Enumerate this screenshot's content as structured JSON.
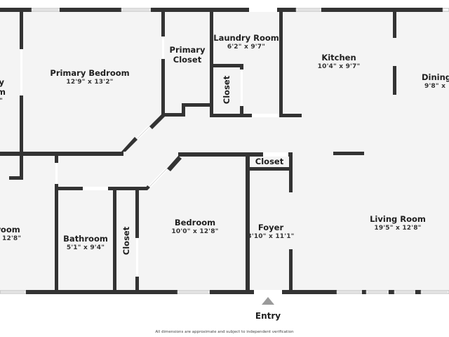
{
  "floor_plan": {
    "rooms": [
      {
        "id": "left-room",
        "name": "y\nm",
        "dim": "\"",
        "partial": true
      },
      {
        "id": "primary-bedroom",
        "name": "Primary Bedroom",
        "dim": "12'9\" x 13'2\""
      },
      {
        "id": "primary-closet",
        "name_line1": "Primary",
        "name_line2": "Closet"
      },
      {
        "id": "laundry-room",
        "name": "Laundry Room",
        "dim": "6'2\" x 9'7\""
      },
      {
        "id": "laundry-closet",
        "name": "Closet"
      },
      {
        "id": "kitchen",
        "name": "Kitchen",
        "dim": "10'4\" x 9'7\""
      },
      {
        "id": "dining",
        "name": "Dining",
        "dim": "9'8\" x",
        "partial": true
      },
      {
        "id": "left-lower-room",
        "name": "room",
        "dim": "x 12'8\"",
        "partial": true
      },
      {
        "id": "bathroom",
        "name": "Bathroom",
        "dim": "5'1\" x 9'4\""
      },
      {
        "id": "hall-closet",
        "name": "Closet"
      },
      {
        "id": "bedroom",
        "name": "Bedroom",
        "dim": "10'0\" x 12'8\""
      },
      {
        "id": "foyer-closet",
        "name": "Closet"
      },
      {
        "id": "foyer",
        "name": "Foyer",
        "dim": "3'10\" x 11'1\""
      },
      {
        "id": "living-room",
        "name": "Living Room",
        "dim": "19'5\" x 12'8\""
      }
    ],
    "entry_label": "Entry",
    "disclaimer": "All dimensions are approximate and subject to independent verification",
    "colors": {
      "wall": "#333333",
      "floor": "#f4f4f4",
      "background": "#ffffff",
      "entry_marker": "#9a9a9a"
    }
  }
}
